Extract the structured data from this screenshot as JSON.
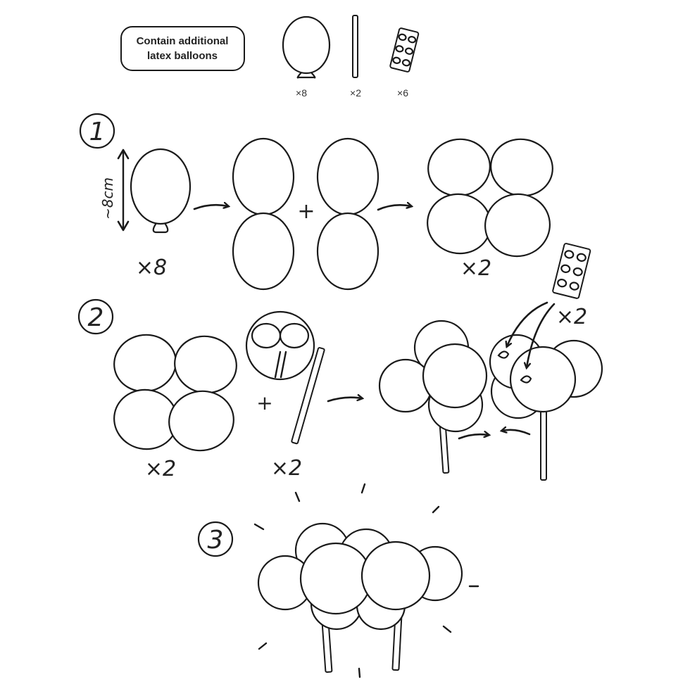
{
  "header": {
    "note": [
      "Contain additional",
      "latex balloons"
    ],
    "contents": [
      {
        "icon": "balloon-icon",
        "qty": "×8"
      },
      {
        "icon": "stick-icon",
        "qty": "×2"
      },
      {
        "icon": "glue-dots-icon",
        "qty": "×6"
      }
    ]
  },
  "step1": {
    "number": "1",
    "size_label": "~8cm",
    "balloon_qty": "×8",
    "result_qty": "×2"
  },
  "step2": {
    "number": "2",
    "cluster_qty": "×2",
    "stick_qty": "×2",
    "glue_qty": "×2"
  },
  "step3": {
    "number": "3"
  }
}
